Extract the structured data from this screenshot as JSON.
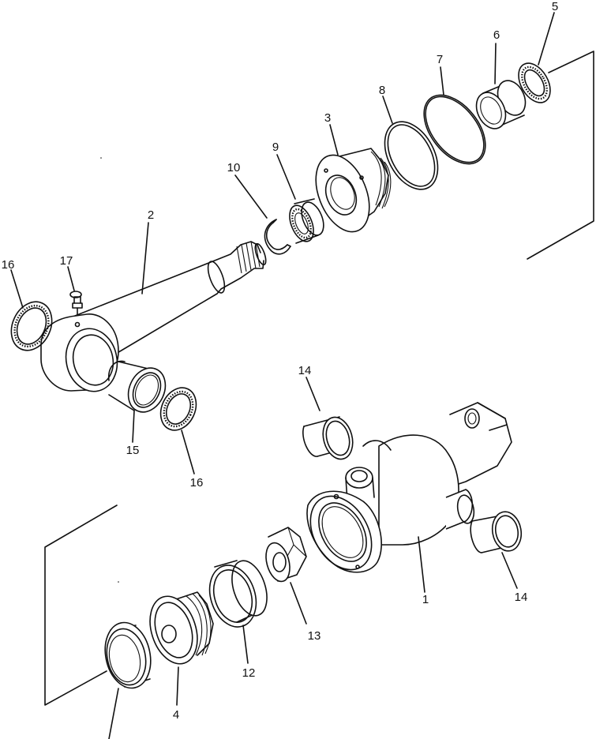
{
  "callouts": [
    {
      "id": "c5",
      "text": "5"
    },
    {
      "id": "c6",
      "text": "6"
    },
    {
      "id": "c7",
      "text": "7"
    },
    {
      "id": "c8",
      "text": "8"
    },
    {
      "id": "c3",
      "text": "3"
    },
    {
      "id": "c9",
      "text": "9"
    },
    {
      "id": "c10",
      "text": "10"
    },
    {
      "id": "c2",
      "text": "2"
    },
    {
      "id": "c16a",
      "text": "16"
    },
    {
      "id": "c17",
      "text": "17"
    },
    {
      "id": "c15",
      "text": "15"
    },
    {
      "id": "c16b",
      "text": "16"
    },
    {
      "id": "c14a",
      "text": "14"
    },
    {
      "id": "c1",
      "text": "1"
    },
    {
      "id": "c14b",
      "text": "14"
    },
    {
      "id": "c13",
      "text": "13"
    },
    {
      "id": "c12",
      "text": "12"
    },
    {
      "id": "c4",
      "text": "4"
    }
  ]
}
